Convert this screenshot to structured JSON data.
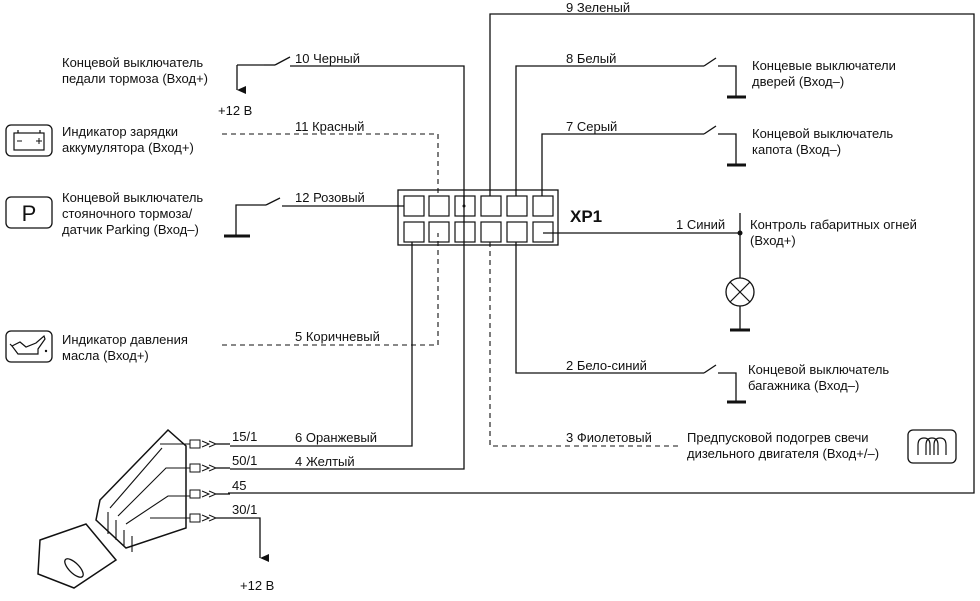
{
  "wires": {
    "w9": "9 Зеленый",
    "w10": "10 Черный",
    "w8": "8 Белый",
    "w11": "11 Красный",
    "w7": "7 Серый",
    "w12": "12 Розовый",
    "w1": "1 Синий",
    "w5": "5 Коричневый",
    "w2": "2 Бело-синий",
    "w3": "3 Фиолетовый",
    "w6": "6 Оранжевый",
    "w4": "4 Желтый"
  },
  "connector": {
    "name": "XP1"
  },
  "supply": {
    "label_top": "+12 В",
    "label_bottom": "+12 В"
  },
  "ignition_terminals": {
    "t15": "15/1",
    "t50": "50/1",
    "t45": "45",
    "t30": "30/1"
  },
  "devices": {
    "brake_pedal": {
      "line1": "Концевой выключатель",
      "line2": "педали тормоза (Вход+)"
    },
    "battery": {
      "line1": "Индикатор зарядки",
      "line2": "аккумулятора (Вход+)"
    },
    "parking": {
      "line1": "Концевой выключатель",
      "line2": "стояночного тормоза/",
      "line3": "датчик Parking (Вход–)",
      "icon_letter": "P"
    },
    "oil": {
      "line1": "Индикатор давления",
      "line2": "масла (Вход+)"
    },
    "doors": {
      "line1": "Концевые выключатели",
      "line2": "дверей (Вход–)"
    },
    "hood": {
      "line1": "Концевой выключатель",
      "line2": "капота (Вход–)"
    },
    "lights": {
      "line1": "Контроль габаритных огней",
      "line2": "(Вход+)"
    },
    "trunk": {
      "line1": "Концевой выключатель",
      "line2": "багажника (Вход–)"
    },
    "glow": {
      "line1": "Предпусковой подогрев свечи",
      "line2": "дизельного двигателя (Вход+/–)"
    }
  }
}
